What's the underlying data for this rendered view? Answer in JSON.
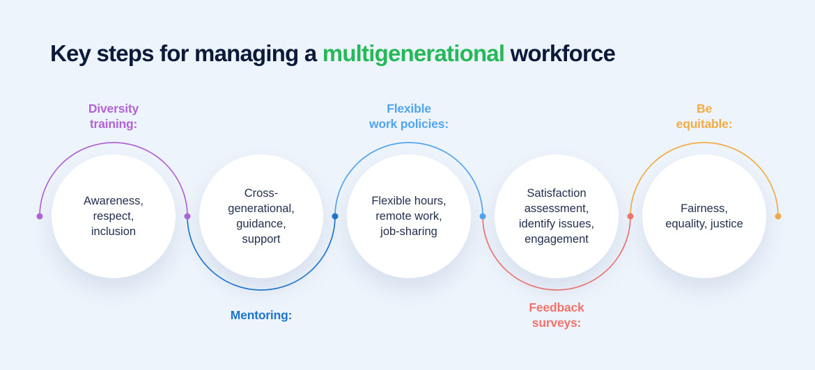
{
  "background_color": "#eef4fb",
  "title": {
    "prefix": "Key steps for managing a ",
    "highlight": "multigenerational",
    "suffix": " workforce",
    "text_color": "#0c1a3a",
    "highlight_color": "#27b959"
  },
  "steps": [
    {
      "label": "Diversity\ntraining:",
      "content": "Awareness,\nrespect,\ninclusion",
      "color": "#b163d6",
      "label_position": "top"
    },
    {
      "label": "Mentoring:",
      "content": "Cross-\ngenerational,\nguidance,\nsupport",
      "color": "#1b74cd",
      "label_position": "bottom"
    },
    {
      "label": "Flexible\nwork policies:",
      "content": "Flexible hours,\nremote work,\njob-sharing",
      "color": "#51a4f0",
      "label_position": "top"
    },
    {
      "label": "Feedback\nsurveys:",
      "content": "Satisfaction\nassessment,\nidentify issues,\nengagement",
      "color": "#f2726b",
      "label_position": "bottom"
    },
    {
      "label": "Be\nequitable:",
      "content": "Fairness,\nequality, justice",
      "color": "#f2ab45",
      "label_position": "top"
    }
  ],
  "circle_text_color": "#22304e"
}
